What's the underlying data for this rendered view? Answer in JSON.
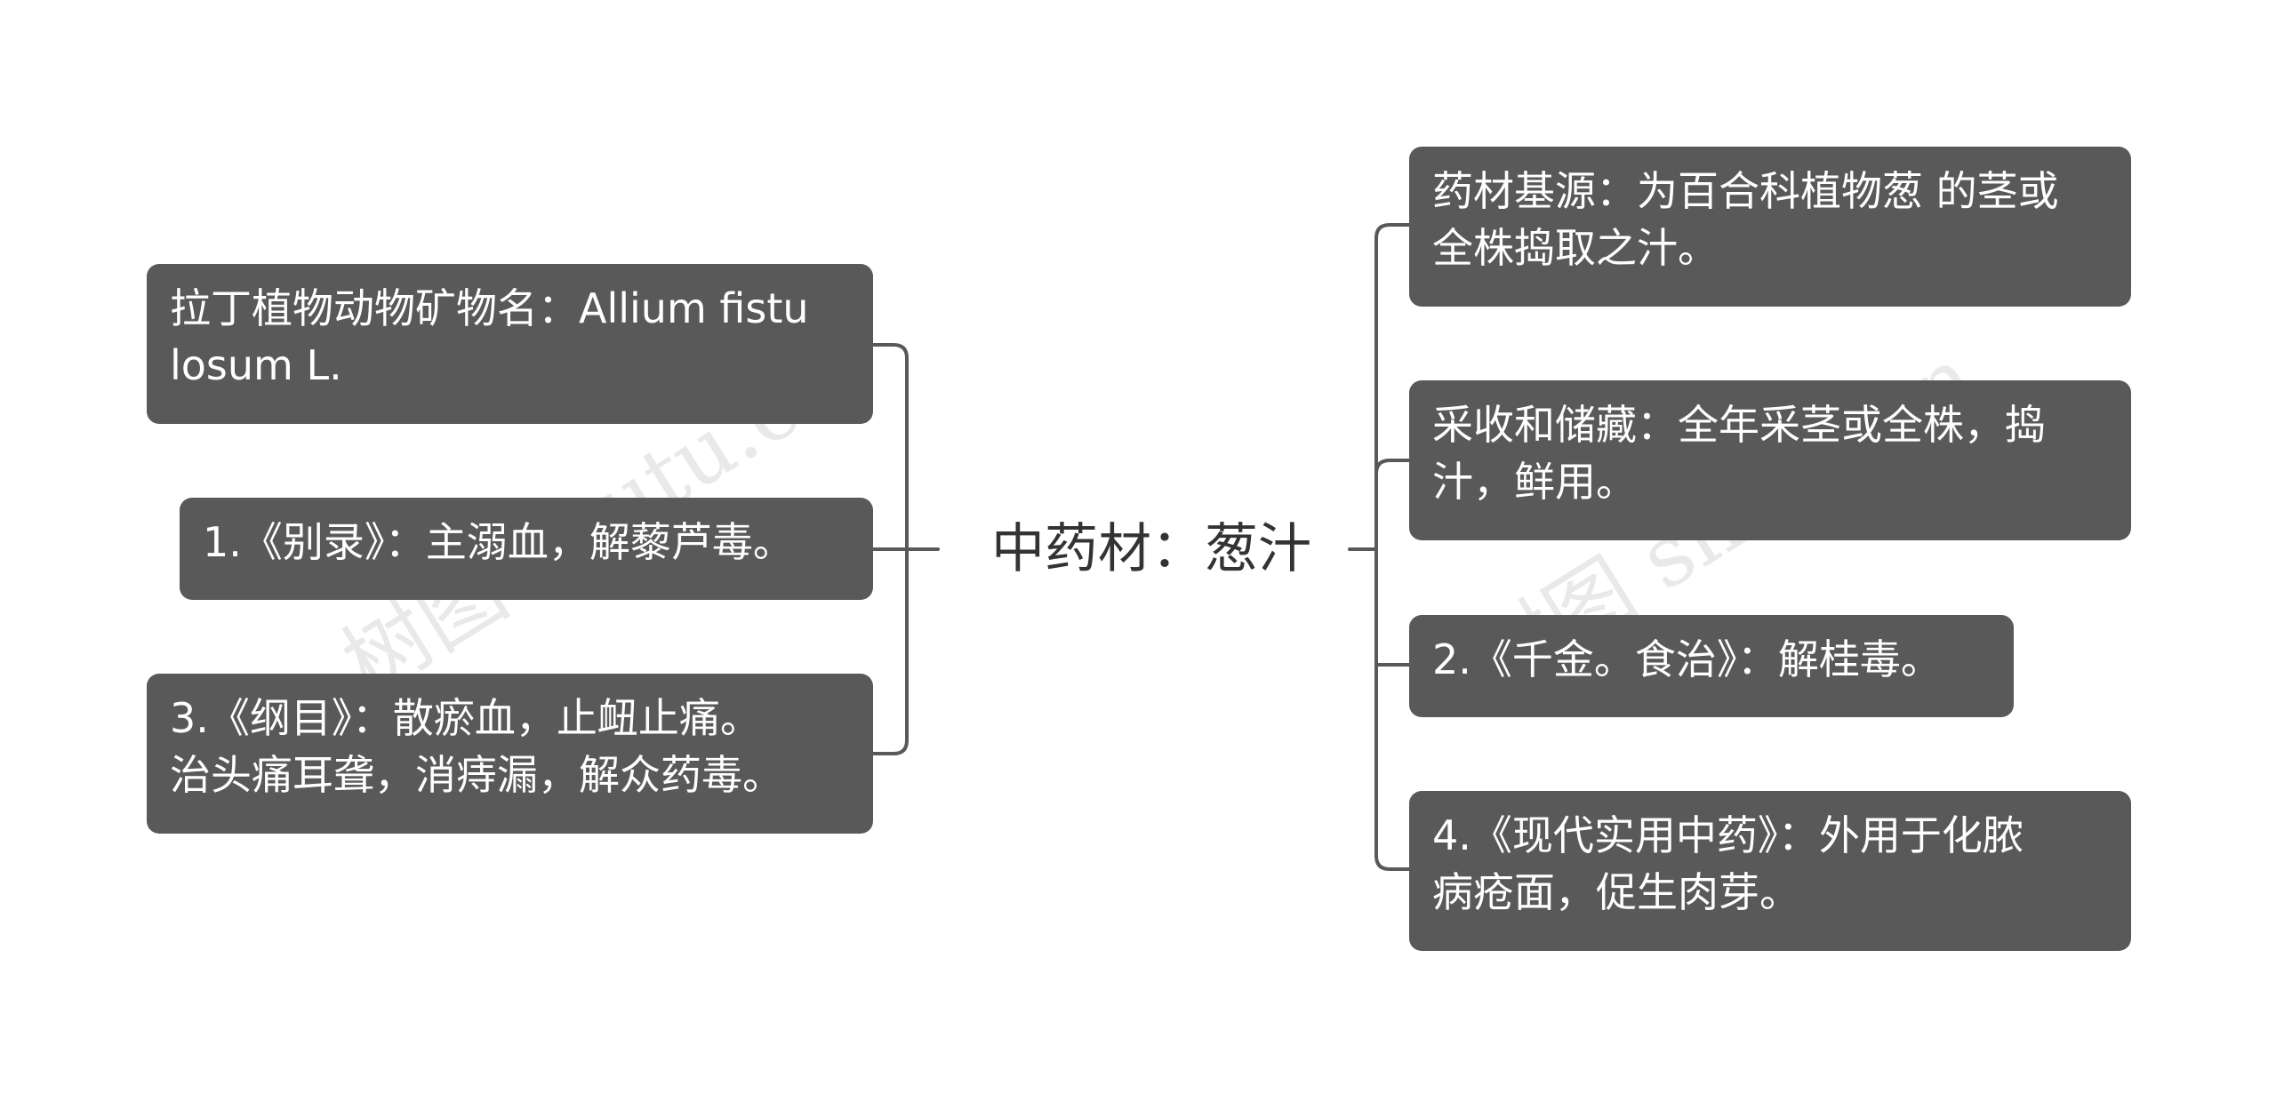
{
  "root": {
    "label": "中药材：葱汁"
  },
  "left_branches": [
    {
      "text": "拉丁植物动物矿物名：Allium fistu\nlosum L."
    },
    {
      "text": "1.《别录》：主溺血，解藜芦毒。"
    },
    {
      "text": "3.《纲目》：散瘀血，止衄止痛。\n治头痛耳聋，消痔漏，解众药毒。"
    }
  ],
  "right_branches": [
    {
      "text": "药材基源：为百合科植物葱 的茎或\n全株捣取之汁。"
    },
    {
      "text": "采收和储藏：全年采茎或全株，捣\n汁，鲜用。"
    },
    {
      "text": "2.《千金。食治》：解桂毒。"
    },
    {
      "text": "4.《现代实用中药》：外用于化脓\n病疮面，促生肉芽。"
    }
  ],
  "watermarks": [
    "树图 shutu.cn",
    "树图 shutu.cn"
  ],
  "colors": {
    "node_fill": "#595959",
    "node_text": "#ffffff",
    "connector": "#595959",
    "root_text": "#333333"
  }
}
